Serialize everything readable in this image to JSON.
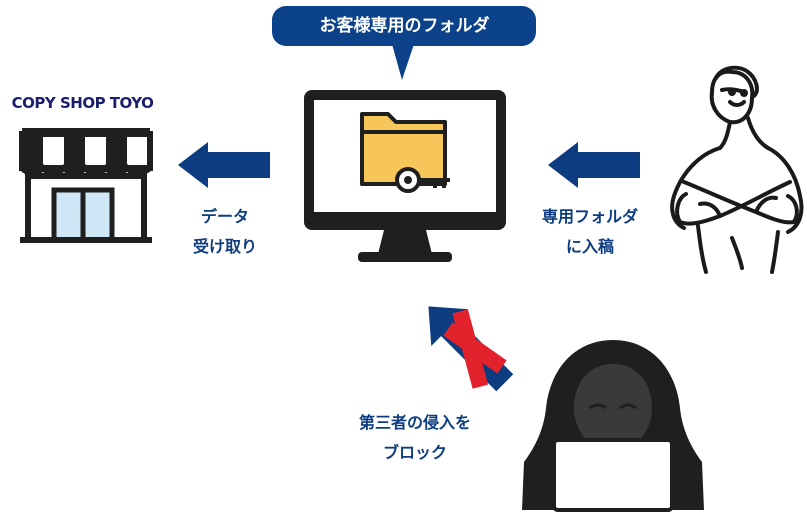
{
  "bubble": {
    "text": "お客様専用のフォルダ"
  },
  "shop": {
    "brand": "COPY SHOP TOYO"
  },
  "captions": {
    "receive": [
      "データ",
      "受け取り"
    ],
    "submit": [
      "専用フォルダ",
      "に入稿"
    ],
    "block": [
      "第三者の侵入を",
      "ブロック"
    ]
  },
  "colors": {
    "navy": "#0d3c80",
    "bubble": "#0b4289",
    "folder": "#f7c65a",
    "red_cross": "#e2232b",
    "dark": "#1f1f1f"
  },
  "icons": [
    "store-icon",
    "computer-monitor-icon",
    "locked-folder-icon",
    "key-icon",
    "person-icon",
    "hooded-hacker-icon",
    "arrow-left-icon",
    "blocked-arrow-icon"
  ]
}
